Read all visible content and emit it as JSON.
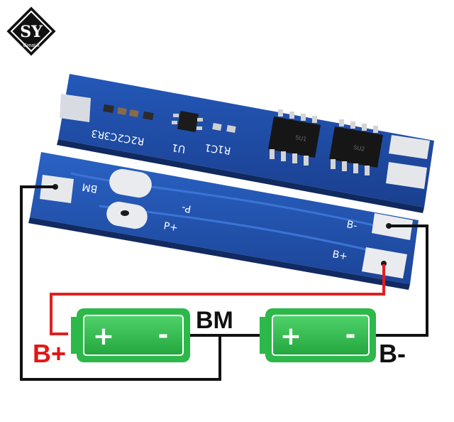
{
  "logo": {
    "letters": "SY",
    "tagline": "Great it"
  },
  "board_top": {
    "silkscreen": [
      "R3",
      "C3",
      "C2",
      "R2",
      "U1",
      "R1",
      "C1"
    ],
    "chips": [
      "SU1",
      "SU2"
    ]
  },
  "board_bottom": {
    "pads": {
      "bm": "BM",
      "p_minus": "P-",
      "p_plus": "P+",
      "b_minus": "B-",
      "b_plus": "B+"
    }
  },
  "diagram": {
    "label_b_plus": "B+",
    "label_bm": "BM",
    "label_b_minus": "B-",
    "battery_sign_plus": "+",
    "battery_sign_minus": "-",
    "colors": {
      "wire_red": "#e02020",
      "wire_black": "#111111",
      "battery_green": "#2db84a",
      "label_red": "#e01818"
    }
  }
}
